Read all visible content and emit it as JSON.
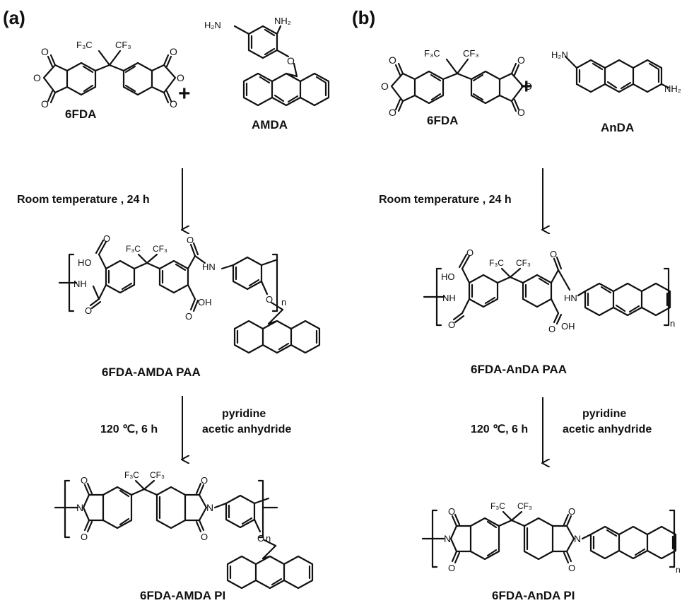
{
  "panels": {
    "a": {
      "tag": "(a)",
      "reactant1": "6FDA",
      "plus": "+",
      "reactant2": "AMDA",
      "step1": "Room temperature , 24 h",
      "intermediate": "6FDA-AMDA PAA",
      "step2_left": "120 ℃, 6 h",
      "step2_right_1": "pyridine",
      "step2_right_2": "acetic anhydride",
      "product": "6FDA-AMDA PI"
    },
    "b": {
      "tag": "(b)",
      "reactant1": "6FDA",
      "plus": "+",
      "reactant2": "AnDA",
      "step1": "Room temperature , 24 h",
      "intermediate": "6FDA-AnDA PAA",
      "step2_left": "120 ℃, 6 h",
      "step2_right_1": "pyridine",
      "step2_right_2": "acetic anhydride",
      "product": "6FDA-AnDA PI"
    }
  },
  "atoms": {
    "cf3_left": "F₃C",
    "cf3_right": "CF₃",
    "o": "O",
    "n": "N",
    "nh": "NH",
    "hn": "HN",
    "oh": "OH",
    "ho": "HO",
    "h2n": "H₂N",
    "nh2": "NH₂",
    "repeat": "n"
  }
}
